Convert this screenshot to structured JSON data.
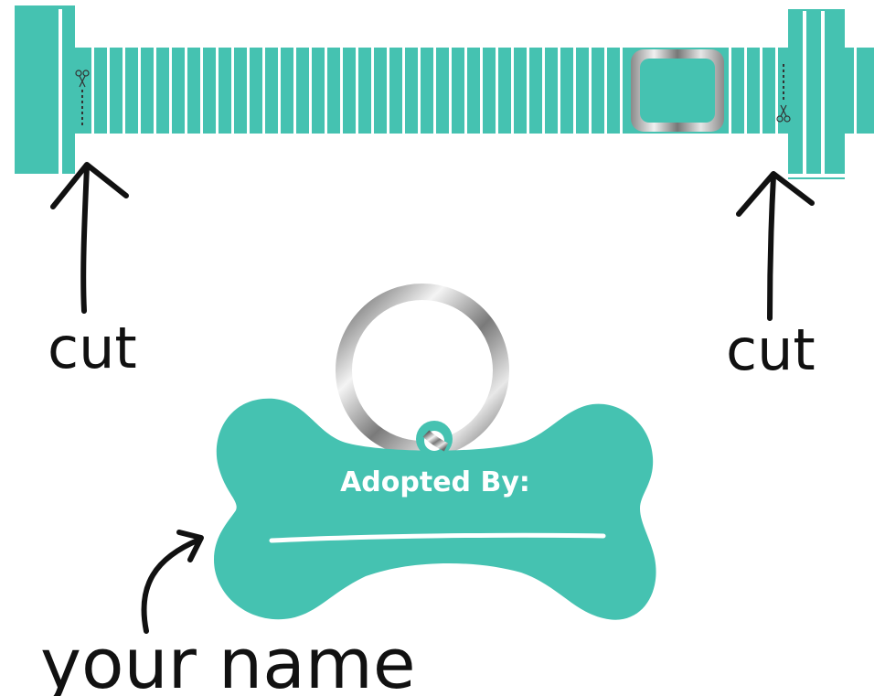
{
  "colors": {
    "teal": "#45c2b1",
    "white": "#ffffff",
    "ink": "#111111",
    "metal_dark": "#6e6e6e",
    "metal_light": "#f2f2f2"
  },
  "icons": [
    "scissors-icon",
    "scissors-icon",
    "arrow-up-icon",
    "arrow-up-icon",
    "curved-arrow-icon"
  ],
  "labels": {
    "cut_left": "cut",
    "cut_right": "cut",
    "your_name": "your name"
  },
  "tag": {
    "adopted_by": "Adopted By:"
  }
}
